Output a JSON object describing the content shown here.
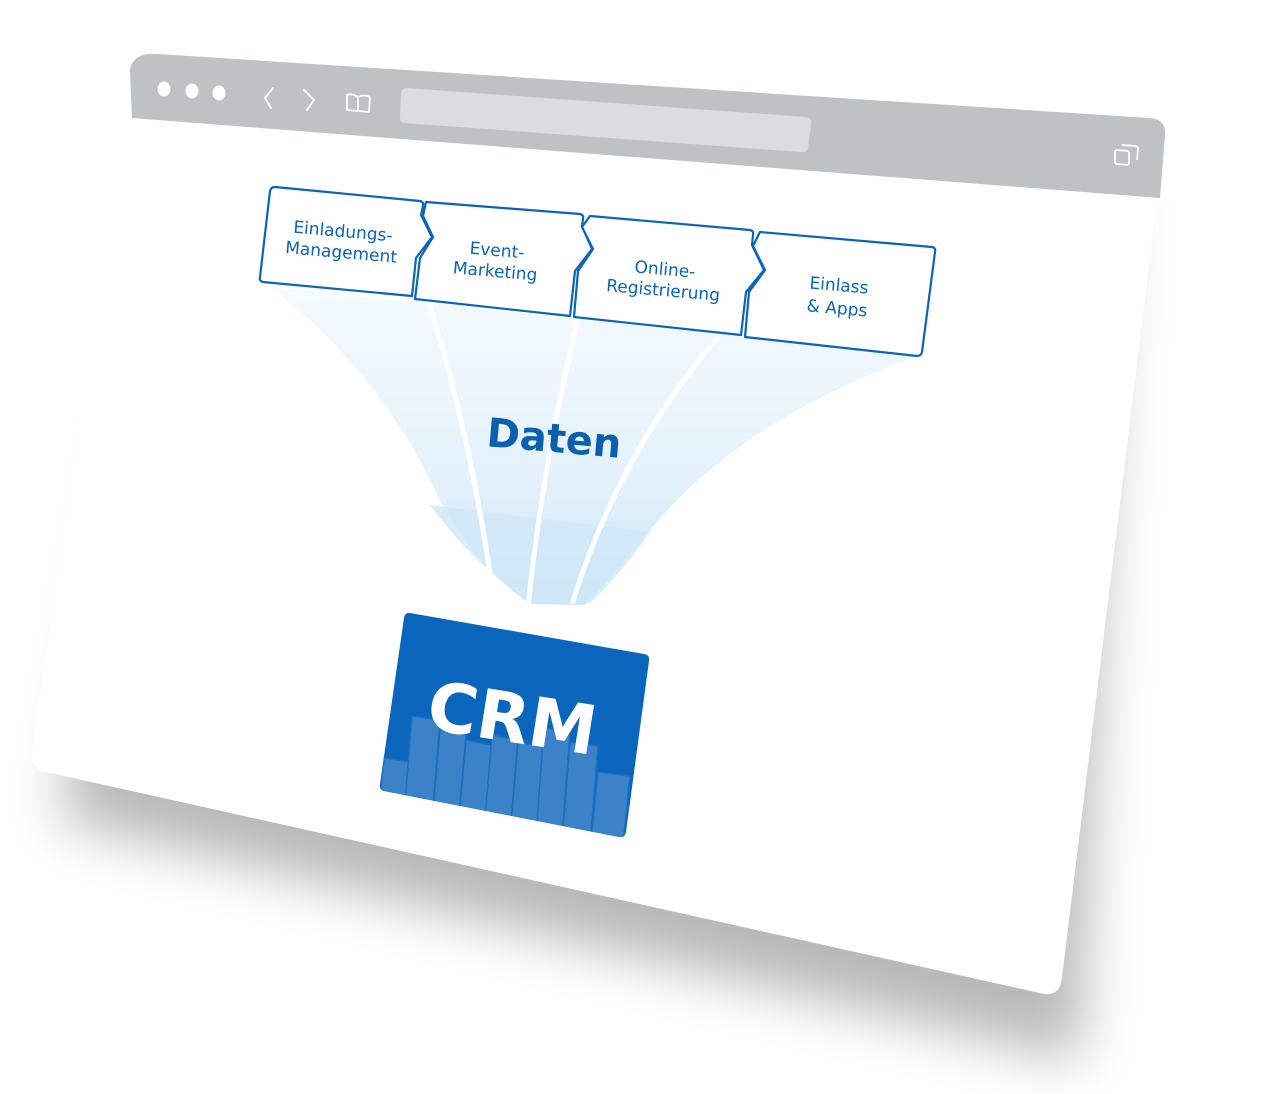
{
  "browser": {
    "traffic_lights": [
      "close-dot",
      "minimize-dot",
      "zoom-dot"
    ],
    "nav": {
      "back_icon": "chevron-left-icon",
      "forward_icon": "chevron-right-icon",
      "bookmarks_icon": "open-book-icon"
    },
    "address_bar": {
      "value": ""
    },
    "tabs_icon": "tabs-overview-icon",
    "colors": {
      "chrome": "#bfc2c5",
      "address_bar": "#dadcde",
      "page": "#ffffff"
    }
  },
  "diagram": {
    "stages": [
      {
        "line1": "Einladungs-",
        "line2": "Management"
      },
      {
        "line1": "Event-",
        "line2": "Marketing"
      },
      {
        "line1": "Online-",
        "line2": "Registrierung"
      },
      {
        "line1": "Einlass",
        "line2": "& Apps"
      }
    ],
    "funnel_label": "Daten",
    "target_label": "CRM",
    "colors": {
      "accent": "#0a64b8",
      "crm_box": "#0a66bd",
      "crm_bars": "#3b82c8",
      "funnel_light": "#eaf5fd",
      "funnel_dark": "#c8e4f6"
    }
  }
}
